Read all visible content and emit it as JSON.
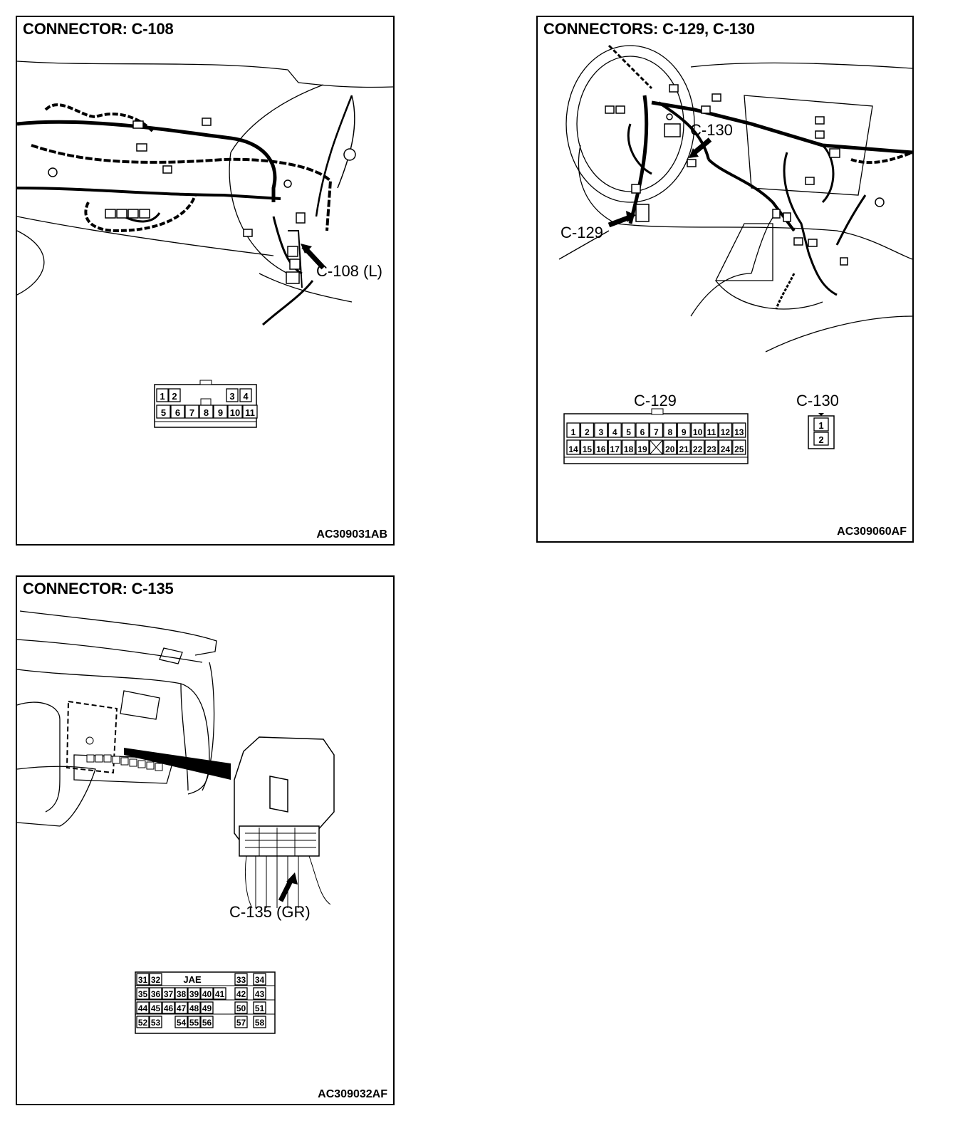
{
  "panels": {
    "c108": {
      "title": "CONNECTOR: C-108",
      "code": "AC309031AB",
      "callout": "C-108 (L)",
      "pins_top": [
        "1",
        "2",
        "3",
        "4"
      ],
      "pins_bottom": [
        "5",
        "6",
        "7",
        "8",
        "9",
        "10",
        "11"
      ]
    },
    "c129_c130": {
      "title": "CONNECTORS: C-129, C-130",
      "code": "AC309060AF",
      "callout_c129": "C-129",
      "callout_c130": "C-130",
      "label_c129": "C-129",
      "label_c130": "C-130",
      "c129_pins_top": [
        "1",
        "2",
        "3",
        "4",
        "5",
        "6",
        "7",
        "8",
        "9",
        "10",
        "11",
        "12",
        "13"
      ],
      "c129_pins_bottom": [
        "14",
        "15",
        "16",
        "17",
        "18",
        "19",
        "",
        "20",
        "21",
        "22",
        "23",
        "24",
        "25"
      ],
      "c130_pins": [
        "1",
        "2"
      ]
    },
    "c135": {
      "title": "CONNECTOR: C-135",
      "code": "AC309032AF",
      "callout": "C-135 (GR)",
      "brand": "JAE",
      "rows": [
        [
          "31",
          "32",
          "",
          "",
          "",
          "",
          "",
          "",
          "33",
          "34"
        ],
        [
          "35",
          "36",
          "37",
          "38",
          "39",
          "40",
          "41",
          "42",
          "43"
        ],
        [
          "44",
          "45",
          "46",
          "47",
          "48",
          "49",
          "50",
          "51"
        ],
        [
          "52",
          "53",
          "54",
          "55",
          "56",
          "57",
          "58"
        ]
      ]
    }
  }
}
